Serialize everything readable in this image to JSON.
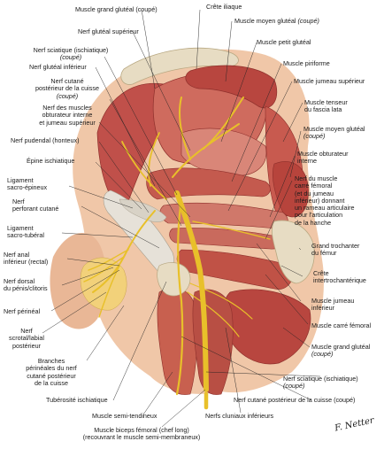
{
  "labels": {
    "crete_iliaque": "Crête iliaque",
    "grand_gluteal_top": "Muscle grand glutéal (coupé)",
    "moyen_gluteal_top_a": "Muscle moyen glutéal",
    "moyen_gluteal_top_b": "(coupé)",
    "nerf_gluteal_sup": "Nerf glutéal supérieur",
    "petit_gluteal": "Muscle petit glutéal",
    "sciatique_l1": "Nerf sciatique (ischiatique)",
    "sciatique_l2": "(coupé)",
    "piriforme": "Muscle piriforme",
    "nerf_gluteal_inf": "Nerf glutéal inférieur",
    "jumeau_sup": "Muscle jumeau supérieur",
    "cutane_post_l1": "Nerf cutané",
    "cutane_post_l2": "postérieur de la cuisse",
    "cutane_post_l3": "(coupé)",
    "tenseur_l1": "Muscle tenseur",
    "tenseur_l2": "du fascia lata",
    "obturateurs_l1": "Nerf des muscles",
    "obturateurs_l2": "obturateur interne",
    "obturateurs_l3": "et jumeau supérieur",
    "moyen_gluteal_r_l1": "Muscle moyen glutéal",
    "moyen_gluteal_r_l2": "(coupé)",
    "pudendal": "Nerf pudendal (honteux)",
    "obturateur_int_l1": "Muscle obturateur",
    "obturateur_int_l2": "interne",
    "epine": "Épine ischiatique",
    "carre_l1": "Nerf du muscle",
    "carre_l2": "carré fémoral",
    "carre_l3": "(et du jumeau",
    "carre_l4": "inférieur) donnant",
    "carre_l5": "un rameau articulaire",
    "carre_l6": "pour l'articulation",
    "carre_l7": "de la hanche",
    "sacro_epineux_l1": "Ligament",
    "sacro_epineux_l2": "sacro-épineux",
    "perforant_l1": "Nerf",
    "perforant_l2": "perforant cutané",
    "sacro_tuberal_l1": "Ligament",
    "sacro_tuberal_l2": "sacro-tubéral",
    "grand_trochanter_l1": "Grand trochanter",
    "grand_trochanter_l2": "du fémur",
    "anal_l1": "Nerf anal",
    "anal_l2": "inférieur (rectal)",
    "crete_inter_l1": "Crête",
    "crete_inter_l2": "intertrochantérique",
    "dorsal_l1": "Nerf dorsal",
    "dorsal_l2": "du pénis/clitoris",
    "jumeau_inf_l1": "Muscle jumeau",
    "jumeau_inf_l2": "inférieur",
    "perineal": "Nerf périnéal",
    "carre_femoral_m": "Muscle carré fémoral",
    "scrotal_l1": "Nerf",
    "scrotal_l2": "scrotal/labial",
    "scrotal_l3": "postérieur",
    "grand_gluteal_bot_l1": "Muscle grand glutéal",
    "grand_gluteal_bot_l2": "(coupé)",
    "branches_l1": "Branches",
    "branches_l2": "périnéales du nerf",
    "branches_l3": "cutané postérieur",
    "branches_l4": "de la cuisse",
    "sciatique_bot_l1": "Nerf sciatique (ischiatique)",
    "sciatique_bot_l2": "(coupé)",
    "tuberosite": "Tubérosité ischiatique",
    "cutane_bot": "Nerf cutané postérieur de la cuisse (coupé)",
    "semi_tendineux": "Muscle semi-tendineux",
    "cluniaux": "Nerfs cluniaux inférieurs",
    "biceps_l1": "Muscle biceps fémoral (chef long)",
    "biceps_l2": "(recouvrant le muscle semi-membraneux)"
  },
  "signature": "F. Netter",
  "colors": {
    "muscle": "#c0504a",
    "muscle_dark": "#8e2f2b",
    "muscle_light": "#dc8a7a",
    "nerve": "#e8c02a",
    "nerve_dark": "#a8841a",
    "ligament": "#e6e1d8",
    "bone": "#e7dcc3",
    "skin": "#f0c7a8",
    "fat": "#f2d17a",
    "leader": "#222222"
  }
}
